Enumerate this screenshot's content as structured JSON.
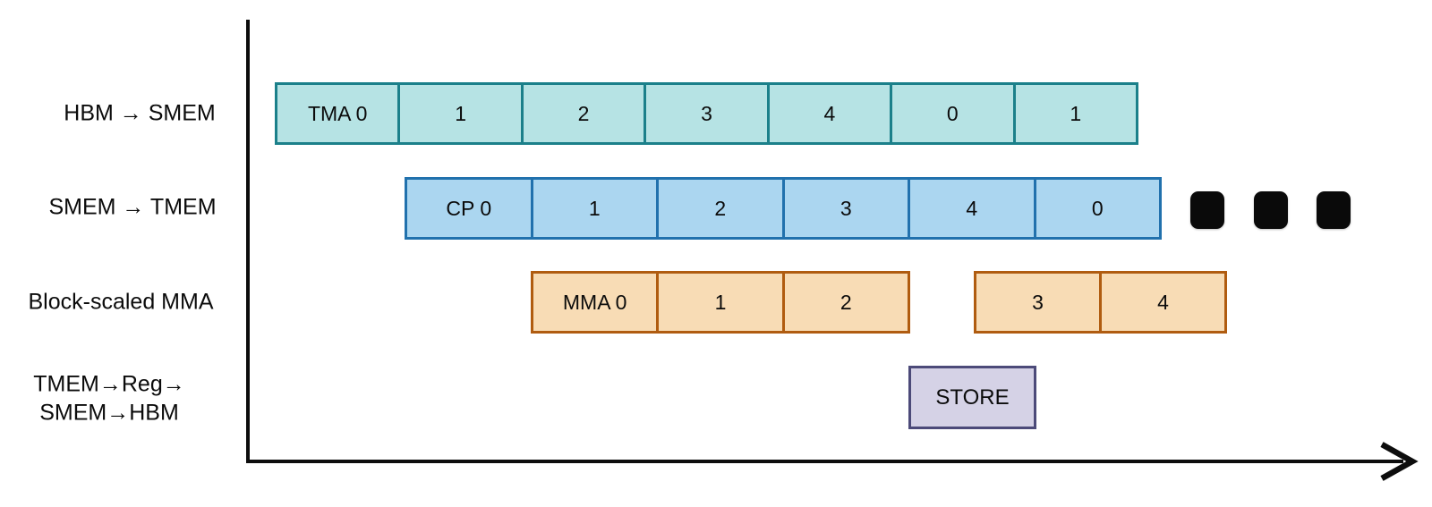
{
  "rows": [
    {
      "label": "HBM → SMEM",
      "cells": [
        "TMA 0",
        "1",
        "2",
        "3",
        "4",
        "0",
        "1"
      ]
    },
    {
      "label": "SMEM → TMEM",
      "cells": [
        "CP 0",
        "1",
        "2",
        "3",
        "4",
        "0"
      ],
      "ellipsis_count": 3
    },
    {
      "label": "Block-scaled MMA",
      "groups": [
        [
          "MMA 0",
          "1",
          "2"
        ],
        [
          "3",
          "4"
        ]
      ]
    },
    {
      "label_lines": [
        "TMEM→Reg→",
        "SMEM→HBM"
      ],
      "cells": [
        "STORE"
      ]
    }
  ],
  "colors": {
    "tma_fill": "#b6e3e4",
    "tma_border": "#1b808a",
    "cp_fill": "#abd6f0",
    "cp_border": "#2171ad",
    "mma_fill": "#f8dcb5",
    "mma_border": "#b05c10",
    "store_fill": "#d5d2e6",
    "store_border": "#4c4a79",
    "axis": "#0d0d0d",
    "ellipsis": "#0a0a0a"
  }
}
